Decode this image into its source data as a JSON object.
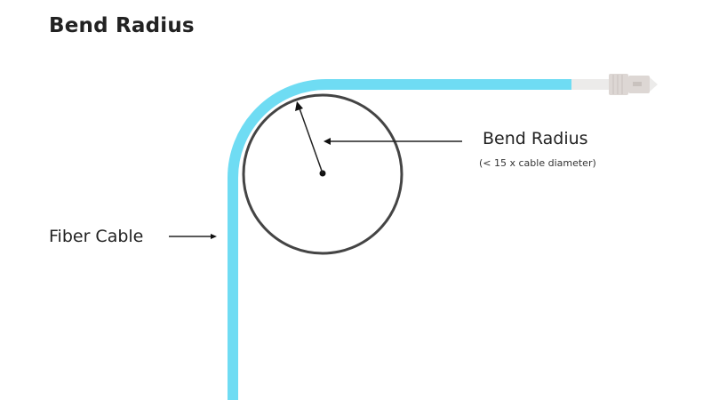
{
  "title": "Bend Radius",
  "labels": {
    "bend_radius": "Bend Radius",
    "bend_radius_note": "(< 15 x cable diameter)",
    "fiber_cable": "Fiber Cable"
  },
  "colors": {
    "cable": "#6fdcf3",
    "circle": "#444444",
    "connector": "#e8e4e2",
    "text": "#222222"
  }
}
